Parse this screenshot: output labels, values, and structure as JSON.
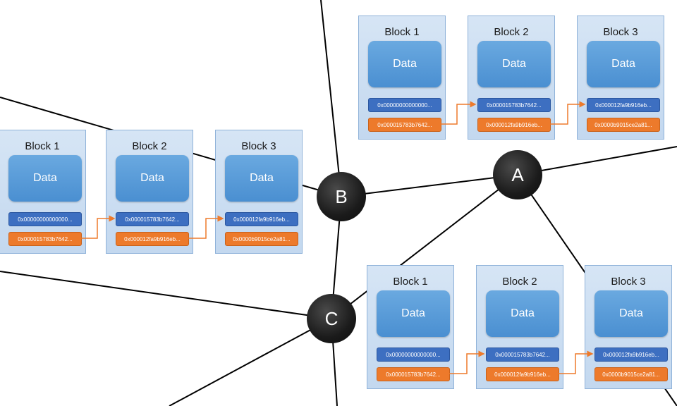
{
  "network": {
    "nodes": [
      {
        "id": "A",
        "label": "A"
      },
      {
        "id": "B",
        "label": "B"
      },
      {
        "id": "C",
        "label": "C"
      }
    ]
  },
  "chains": [
    {
      "node": "B",
      "blocks": [
        {
          "title": "Block 1",
          "data": "Data",
          "prev_hash": "0x00000000000000...",
          "hash": "0x000015783b7642..."
        },
        {
          "title": "Block 2",
          "data": "Data",
          "prev_hash": "0x000015783b7642...",
          "hash": "0x000012fa9b916eb..."
        },
        {
          "title": "Block 3",
          "data": "Data",
          "prev_hash": "0x000012fa9b916eb...",
          "hash": "0x0000b9015ce2a81..."
        }
      ]
    },
    {
      "node": "A",
      "blocks": [
        {
          "title": "Block 1",
          "data": "Data",
          "prev_hash": "0x00000000000000...",
          "hash": "0x000015783b7642..."
        },
        {
          "title": "Block 2",
          "data": "Data",
          "prev_hash": "0x000015783b7642...",
          "hash": "0x000012fa9b916eb..."
        },
        {
          "title": "Block 3",
          "data": "Data",
          "prev_hash": "0x000012fa9b916eb...",
          "hash": "0x0000b9015ce2a81..."
        }
      ]
    },
    {
      "node": "C",
      "blocks": [
        {
          "title": "Block 1",
          "data": "Data",
          "prev_hash": "0x00000000000000...",
          "hash": "0x000015783b7642..."
        },
        {
          "title": "Block 2",
          "data": "Data",
          "prev_hash": "0x000015783b7642...",
          "hash": "0x000012fa9b916eb..."
        },
        {
          "title": "Block 3",
          "data": "Data",
          "prev_hash": "0x000012fa9b916eb...",
          "hash": "0x0000b9015ce2a81..."
        }
      ]
    }
  ],
  "colors": {
    "line": "#000000",
    "hash_prev": "#3d6fc1",
    "hash_own": "#ed7a2b",
    "data_box": "#5b9bd5",
    "block_bg": "#cfe0f3",
    "node": "#1b1b1b"
  }
}
